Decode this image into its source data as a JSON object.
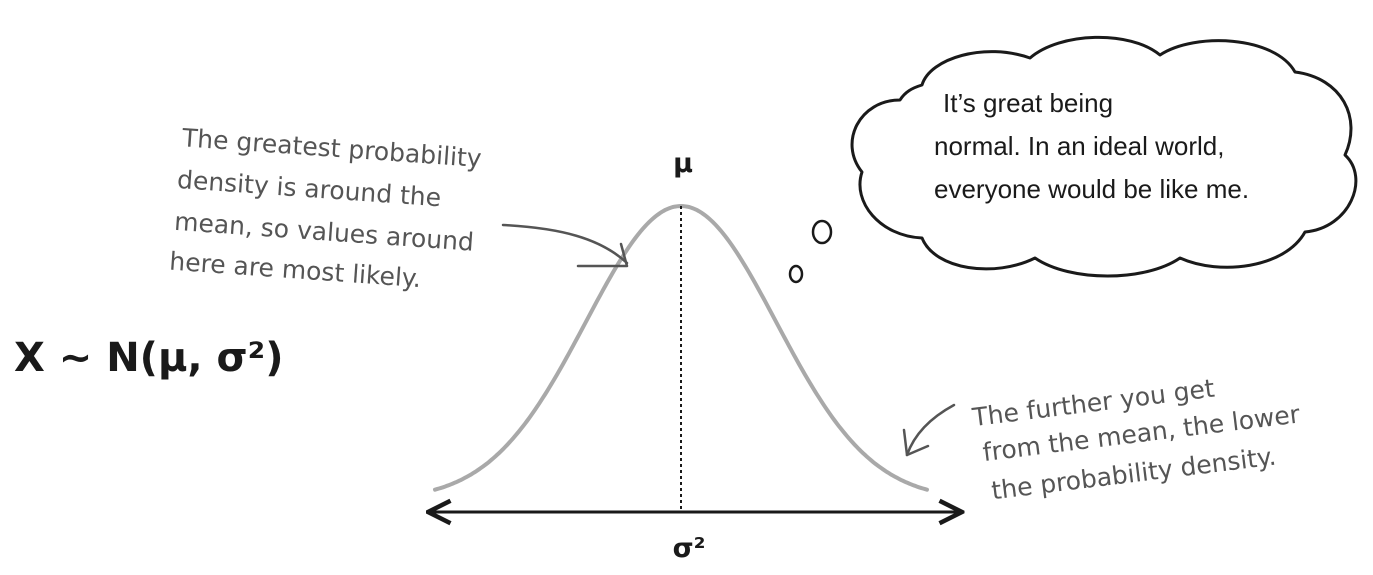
{
  "formula": "X ~ N(μ, σ²)",
  "curve": {
    "mean_label": "μ",
    "variance_label": "σ²"
  },
  "annotations": {
    "peak": {
      "lines": [
        "The greatest probability",
        "density is around the",
        "mean, so values around",
        "here are most likely."
      ]
    },
    "tail": {
      "lines": [
        "The further you get",
        "from the mean, the lower",
        "the probability density."
      ]
    }
  },
  "thought_bubble": {
    "lines": [
      "It’s great being",
      "normal. In an ideal world,",
      "everyone would be like me."
    ]
  },
  "colors": {
    "curve": "#a9a9a9",
    "axis": "#1a1a1a",
    "handwriting": "#555555"
  }
}
